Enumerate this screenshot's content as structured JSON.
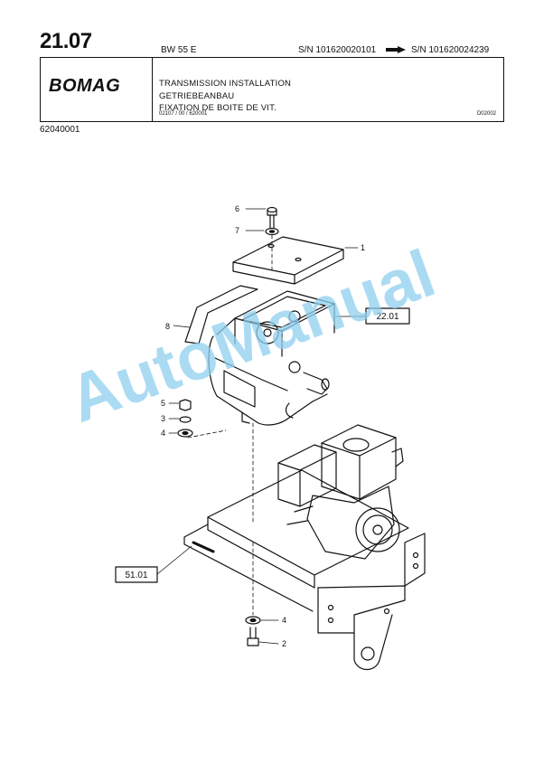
{
  "header": {
    "page_number": "21.07",
    "model": "BW 55 E",
    "serial_from": "S/N 101620020101",
    "serial_to": "S/N 101620024239",
    "brand": "BOMAG",
    "title_en": "TRANSMISSION INSTALLATION",
    "title_de": "GETRIEBEANBAU",
    "title_fr": "FIXATION DE BOITE DE VIT.",
    "ref_code": "02107 / 00 / 620001",
    "doc_code": "D02002"
  },
  "part_number": "62040001",
  "watermark": "AutoManual",
  "callouts": {
    "c6": "6",
    "c7": "7",
    "c1": "1",
    "c8": "8",
    "ref_2201": "22.01",
    "c5": "5",
    "c3": "3",
    "c4_top": "4",
    "ref_5101": "51.01",
    "c4_bottom": "4",
    "c2": "2"
  }
}
